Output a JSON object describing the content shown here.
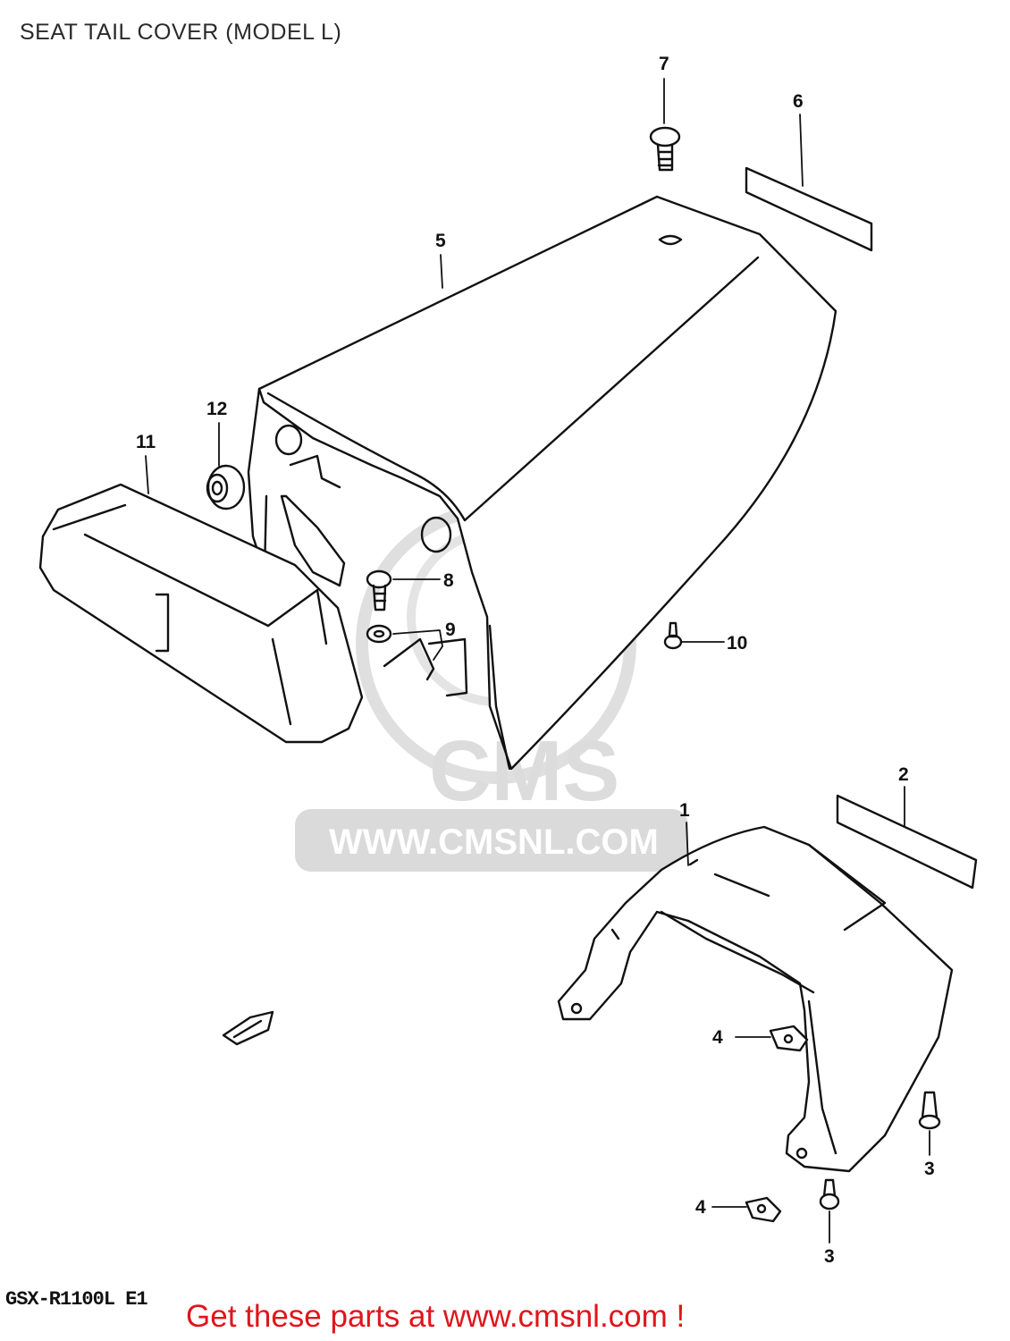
{
  "title": "SEAT TAIL COVER (MODEL L)",
  "model_code": "GSX-R1100L E1",
  "footer": "Get these parts at www.cmsnl.com !",
  "watermark": {
    "brand": "CMS",
    "url": "WWW.CMSNL.COM"
  },
  "callouts": {
    "c1": "1",
    "c2": "2",
    "c3a": "3",
    "c3b": "3",
    "c4a": "4",
    "c4b": "4",
    "c5": "5",
    "c6": "6",
    "c7": "7",
    "c8": "8",
    "c9": "9",
    "c10": "10",
    "c11": "11",
    "c12": "12"
  },
  "colors": {
    "line": "#111111",
    "footer": "#e0151b",
    "watermark": "#d9d9d9"
  }
}
